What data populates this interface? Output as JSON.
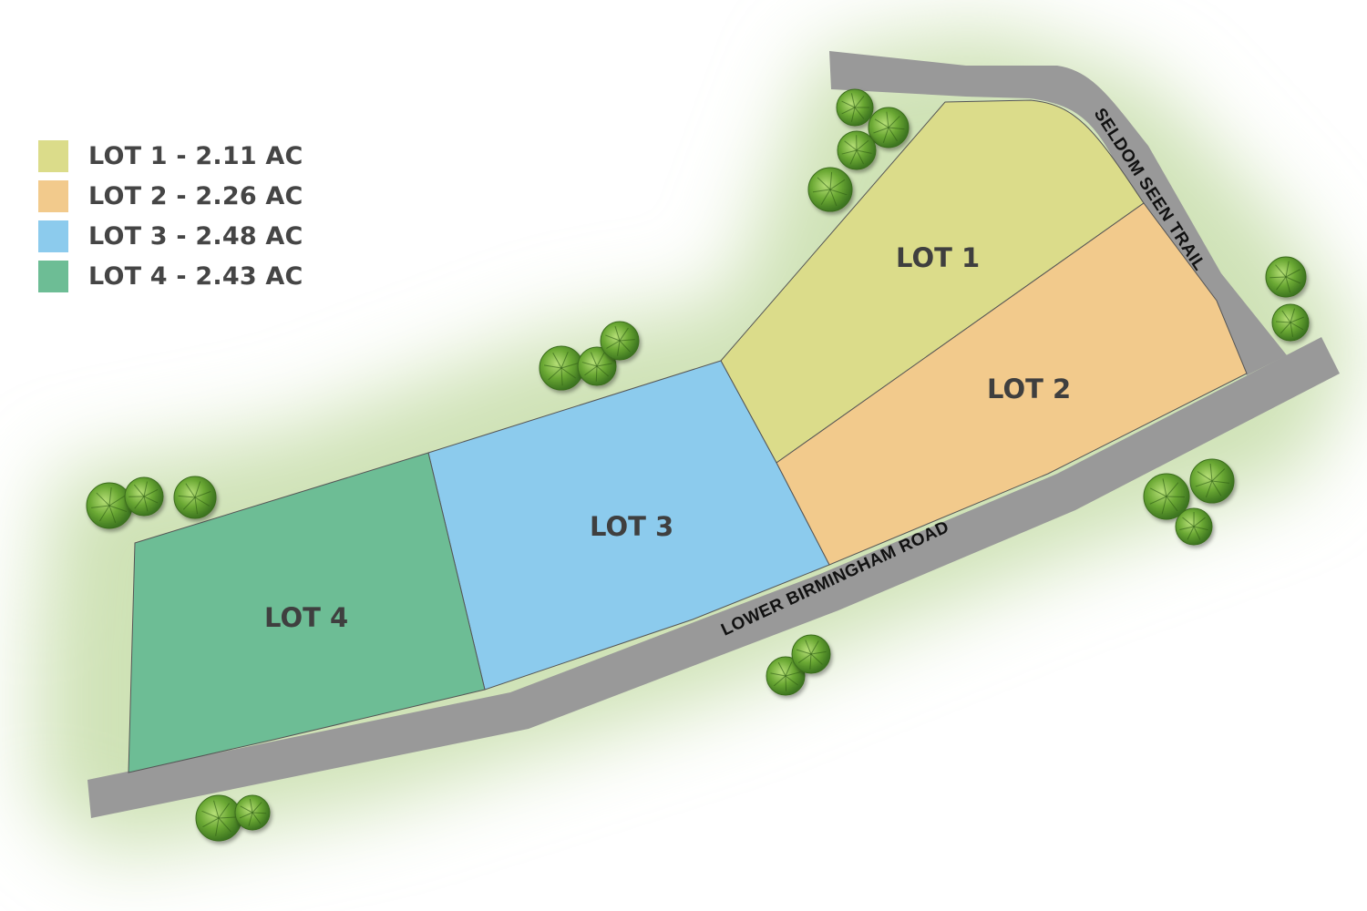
{
  "legend": {
    "items": [
      {
        "label": "LOT 1 - 2.11 AC",
        "color": "#dbdc8a"
      },
      {
        "label": "LOT 2 - 2.26 AC",
        "color": "#f2ca8c"
      },
      {
        "label": "LOT 3 - 2.48 AC",
        "color": "#8ccbed"
      },
      {
        "label": "LOT 4 - 2.43 AC",
        "color": "#6dbd95"
      }
    ]
  },
  "lots": [
    {
      "label": "LOT 1",
      "color": "#dbdc8a"
    },
    {
      "label": "LOT 2",
      "color": "#f2ca8c"
    },
    {
      "label": "LOT 3",
      "color": "#8ccbed"
    },
    {
      "label": "LOT 4",
      "color": "#6dbd95"
    }
  ],
  "roads": {
    "main": "LOWER BIRMINGHAM ROAD",
    "side": "SELDOM SEEN TRAIL",
    "color": "#999999"
  },
  "colors": {
    "grass": "#d6e6c0",
    "tree": "#5a9a2a",
    "tree_highlight": "#a8d66a"
  }
}
